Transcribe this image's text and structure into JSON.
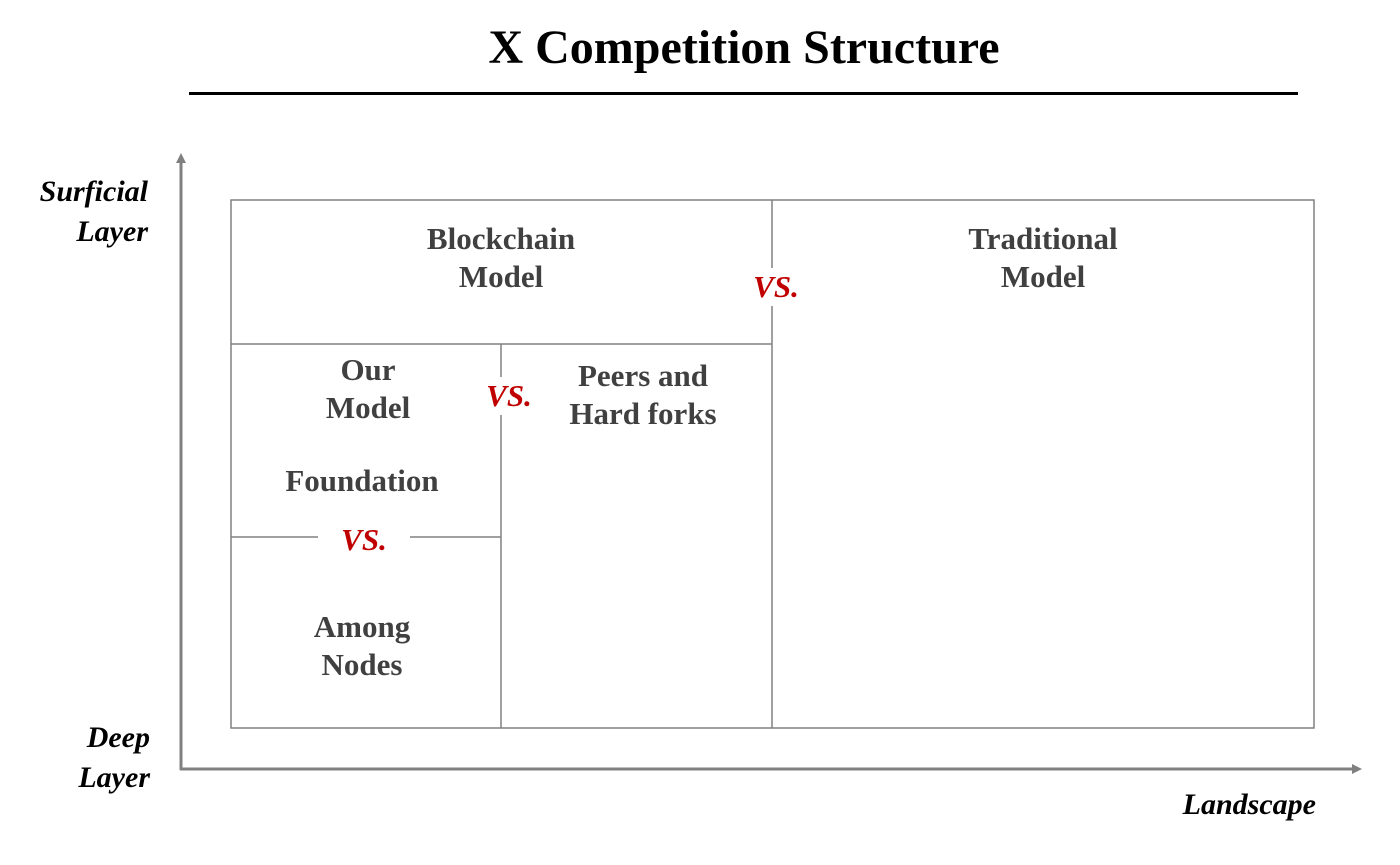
{
  "title": "X Competition Structure",
  "axes": {
    "y_top": [
      "Surficial",
      "Layer"
    ],
    "y_bottom": [
      "Deep",
      "Layer"
    ],
    "x": "Landscape"
  },
  "cells": {
    "blockchain_model": [
      "Blockchain",
      "Model"
    ],
    "traditional_model": [
      "Traditional",
      "Model"
    ],
    "our_model": [
      "Our",
      "Model"
    ],
    "peers_hard_forks": [
      "Peers and",
      "Hard forks"
    ],
    "foundation": "Foundation",
    "among_nodes": [
      "Among",
      "Nodes"
    ]
  },
  "versus_label": "VS.",
  "colors": {
    "title": "#000000",
    "cell_text": "#404040",
    "versus": "#c00000",
    "lines": "#808080"
  }
}
